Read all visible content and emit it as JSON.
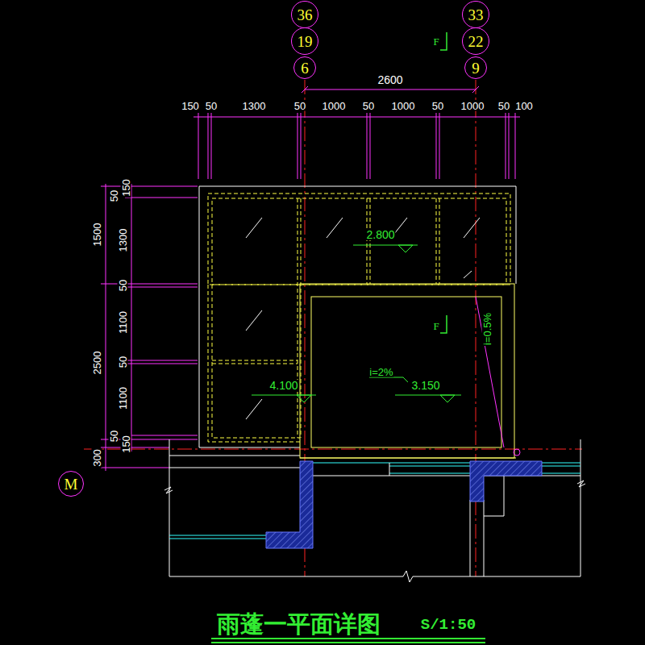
{
  "diagram": {
    "title": "雨蓬一平面详图",
    "nodes": [
      {
        "text": [
          "36"
        ]
      },
      {
        "text": [
          "19"
        ]
      },
      {
        "text": [
          "6"
        ]
      },
      {
        "text": [
          "33"
        ]
      },
      {
        "text": [
          "22"
        ]
      },
      {
        "text": [
          "9"
        ]
      },
      {
        "text": [
          "M"
        ]
      }
    ],
    "labels": [
      "2600",
      "150",
      "50",
      "1300",
      "50",
      "1000",
      "50",
      "1000",
      "50",
      "1000",
      "50",
      "100",
      "50",
      "150",
      "1500",
      "1300",
      "50",
      "1100",
      "50",
      "2500",
      "1100",
      "50",
      "150",
      "300",
      "F",
      "2.800",
      "F",
      "i=0.5%",
      "i=2%",
      "4.100",
      "3.150",
      "S/1:50"
    ]
  }
}
